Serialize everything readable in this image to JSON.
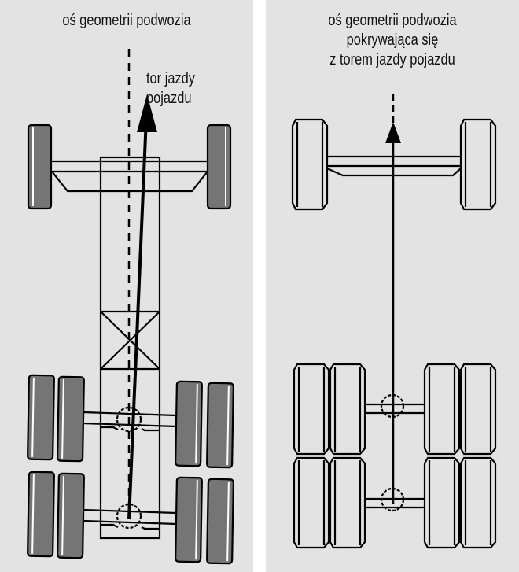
{
  "left_panel": {
    "title": "oś geometrii podwozia",
    "track_label_line1": "tor jazdy",
    "track_label_line2": "pojazdu",
    "description": "misaligned: chassis geometry axis (dashed) diverges from vehicle driving track (arrow)"
  },
  "right_panel": {
    "title_line1": "oś geometrii podwozia",
    "title_line2": "pokrywająca się",
    "title_line3": "z torem jazdy pojazdu",
    "description": "aligned: chassis geometry axis coincides with vehicle driving track"
  },
  "colors": {
    "background": "#e3e3e3",
    "separator": "#ffffff",
    "tire_fill_left": "#757575",
    "tire_fill_right": "#e3e3e3",
    "line": "#000000"
  }
}
